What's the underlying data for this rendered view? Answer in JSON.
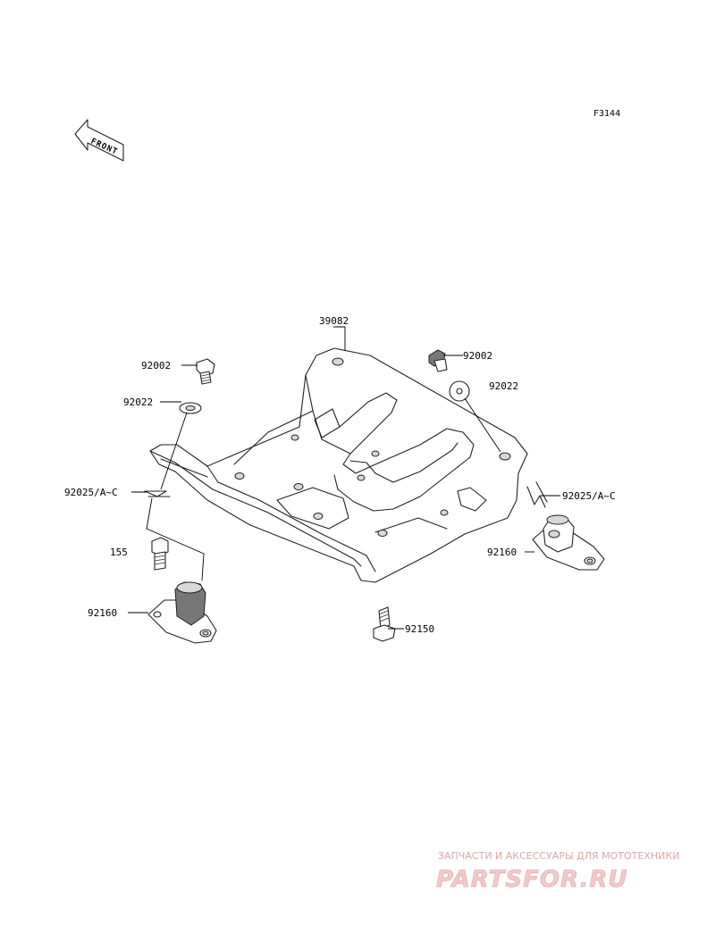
{
  "figure": {
    "code": "F3144"
  },
  "front_arrow": {
    "text": "FRONT",
    "icon": "front-arrow-icon"
  },
  "parts": {
    "p39082": "39082",
    "p92002_left": "92002",
    "p92002_right": "92002",
    "p92022_left": "92022",
    "p92022_right": "92022",
    "p92025_left": "92025/A~C",
    "p92025_right": "92025/A~C",
    "p155": "155",
    "p92160_left": "92160",
    "p92160_right": "92160",
    "p92150": "92150"
  },
  "watermark": {
    "line1": "ЗАПЧАСТИ И АКСЕССУАРЫ ДЛЯ МОТОТЕХНИКИ",
    "line2": "PARTSFOR.RU",
    "color": "#e3a3a3"
  }
}
